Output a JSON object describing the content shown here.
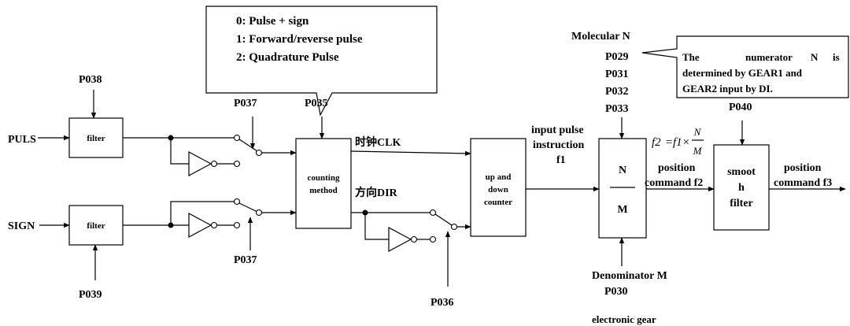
{
  "mode_callout": {
    "line0": "0: Pulse + sign",
    "line1": "1: Forward/reverse pulse",
    "line2": "2: Quadrature Pulse"
  },
  "numerator_note": {
    "line0_a": "The",
    "line0_b": "numerator",
    "line0_c": "N",
    "line0_d": "is",
    "line1": "determined by GEAR1 and",
    "line2": "GEAR2 input by DI."
  },
  "params": {
    "p038": "P038",
    "p039": "P039",
    "p037_top": "P037",
    "p037_bottom": "P037",
    "p035": "P035",
    "p036": "P036",
    "p040": "P040",
    "p029": "P029",
    "p031": "P031",
    "p032": "P032",
    "p033": "P033",
    "p030": "P030"
  },
  "inputs": {
    "puls": "PULS",
    "sign": "SIGN"
  },
  "blocks": {
    "filter_top": "filter",
    "filter_bottom": "filter",
    "counting_line1": "counting",
    "counting_line2": "method",
    "updown_line1": "up and",
    "updown_line2": "down",
    "updown_line3": "counter",
    "gear_num": "N",
    "gear_den": "M",
    "smooth_line1": "smoot",
    "smooth_line2": "h",
    "smooth_line3": "filter"
  },
  "signals": {
    "clk": "时钟CLK",
    "dir": "方向DIR",
    "f1_line1": "input pulse",
    "f1_line2": "instruction",
    "f1_line3": "f1",
    "f2_line1": "position",
    "f2_line2": "command f2",
    "f3_line1": "position",
    "f3_line2": "command f3"
  },
  "gear_labels": {
    "molecular": "Molecular N",
    "denominator": "Denominator M",
    "electronic": "electronic gear"
  },
  "formula": {
    "lhs": "f2",
    "eq": "=",
    "rhs": "f1×",
    "frac_num": "N",
    "frac_den": "M"
  }
}
